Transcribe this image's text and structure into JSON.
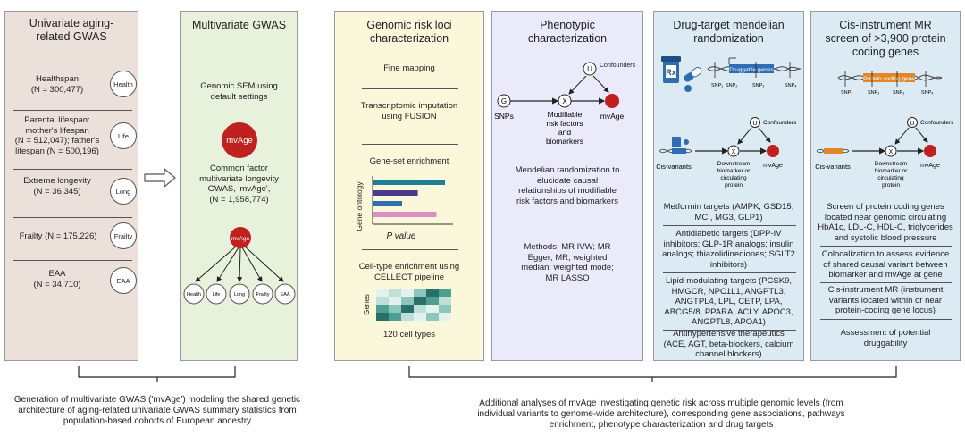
{
  "panel1": {
    "title_l1": "Univariate aging-",
    "title_l2": "related GWAS",
    "items": [
      {
        "lines": [
          "Healthspan",
          "(N = 300,477)"
        ],
        "icon": "Health"
      },
      {
        "lines": [
          "Parental lifespan:",
          "mother's lifespan",
          "(N = 512,047); father's",
          "lifespan (N = 500,196)"
        ],
        "icon": "Life"
      },
      {
        "lines": [
          "Extreme longevity",
          "(N = 36,345)"
        ],
        "icon": "Long"
      },
      {
        "lines": [
          "Frailty (N = 175,226)"
        ],
        "icon": "Frailty"
      },
      {
        "lines": [
          "EAA",
          "(N = 34,710)"
        ],
        "icon": "EAA"
      }
    ]
  },
  "panel2": {
    "title": "Multivariate GWAS",
    "method_l1": "Genomic SEM using",
    "method_l2": "default settings",
    "node": "mvAge",
    "desc": [
      "Common factor",
      "multivariate longevity",
      "GWAS, 'mvAge',",
      "(N = 1,958,774)"
    ],
    "small_node": "mvAge",
    "children": [
      "Health",
      "Life",
      "Long",
      "Frailty",
      "EAA"
    ]
  },
  "panel3": {
    "title_l1": "Genomic risk loci",
    "title_l2": "characterization",
    "fine_mapping": "Fine mapping",
    "twas_l1": "Transcriptomic imputation",
    "twas_l2": "using FUSION",
    "gse": "Gene-set enrichment",
    "gene_ontology": "Gene ontology",
    "pvalue": "P value",
    "bars": [
      {
        "value": 1.0,
        "color": "#1f7f95"
      },
      {
        "value": 0.62,
        "color": "#4b3b8c"
      },
      {
        "value": 0.4,
        "color": "#2e6fb0"
      },
      {
        "value": 0.88,
        "color": "#d98ec4"
      }
    ],
    "celltype_l1": "Cell-type enrichment using",
    "celltype_l2": "CELLECT pipeline",
    "genes": "Genes",
    "cells": "120 cell types"
  },
  "panel4": {
    "title_l1": "Phenotypic",
    "title_l2": "characterization",
    "node_u": "U",
    "confounders": "Confounders",
    "node_g": "G",
    "node_x": "X",
    "snps": "SNPs",
    "modifiable": [
      "Modifiable",
      "risk factors",
      "and",
      "biomarkers"
    ],
    "mvage": "mvAge",
    "mr_desc": [
      "Mendelian randomization to",
      "elucidate causal",
      "relationships of modifiable",
      "risk factors and biomarkers"
    ],
    "methods": [
      "Methods: MR IVW; MR",
      "Egger; MR, weighted",
      "median; weighted mode;",
      "MR LASSO"
    ]
  },
  "panel5": {
    "title_l1": "Drug-target mendelian",
    "title_l2": "randomization",
    "druggable": "Druggable genes",
    "snps": [
      "SNP₁",
      "SNP₂",
      "SNP₃",
      "SNP₄"
    ],
    "confounders": "Confounders",
    "u": "U",
    "x": "X",
    "cis_variants": "Cis-variants",
    "downstream": [
      "Downstream",
      "biomarker or",
      "circulating",
      "protein"
    ],
    "mvage": "mvAge",
    "metformin": [
      "Metformin targets (AMPK, GSD15,",
      "MCI, MG3, GLP1)"
    ],
    "antidiabetic": [
      "Antidiabetic targets (DPP-IV",
      "inhibitors; GLP-1R analogs; insulin",
      "analogs; thiazolidinediones; SGLT2",
      "inhibitors)"
    ],
    "lipid": [
      "Lipid-modulating targets (PCSK9,",
      "HMGCR, NPC1L1, ANGPTL3,",
      "ANGTPL4, LPL, CETP,  LPA,",
      "ABCG5/8, PPARA, ACLY, APOC3,",
      "ANGPTL8, APOA1)"
    ],
    "antihyper": [
      "Antihypertensive therapeutics",
      "(ACE, AGT, beta-blockers, calcium",
      "channel blockers)"
    ]
  },
  "panel6": {
    "title_l1": "Cis-instrument MR",
    "title_l2": "screen of >3,900 protein",
    "title_l3": "coding genes",
    "protein_gene": "Protein coding gene",
    "snps": [
      "SNP₁",
      "SNP₂",
      "SNP₃",
      "SNP₄"
    ],
    "confounders": "Confounders",
    "u": "U",
    "x": "X",
    "cis_variants": "Cis-variants",
    "downstream": [
      "Downstream",
      "biomarker or",
      "circulating",
      "protein"
    ],
    "mvage": "mvAge",
    "screen": [
      "Screen of protein coding genes",
      "located near genomic circulating",
      "HbA1c, LDL-C, HDL-C, triglycerides",
      "and systolic blood pressure"
    ],
    "coloc": [
      "Colocalization to assess evidence",
      "of shared causal variant between",
      "biomarker and mvAge at gene"
    ],
    "cis_mr": [
      "Cis-instrument MR (instrument",
      "variants located within or near",
      "protein-coding gene locus)"
    ],
    "druggability": [
      "Assessment of potential",
      "druggability"
    ]
  },
  "caption_left": [
    "Generation of multivariate GWAS ('mvAge') modeling the shared genetic",
    "architecture of aging-related univariate GWAS summary statistics from",
    "population-based cohorts of European ancestry"
  ],
  "caption_right": [
    "Additional analyses of mvAge investigating genetic risk across multiple genomic levels (from",
    "individual variants to genome-wide architecture), corresponding gene associations, pathways",
    "enrichment, phenotype characterization and drug targets"
  ],
  "colors": {
    "panel1_bg": "#ece0da",
    "panel2_bg": "#e7f1db",
    "panel3_bg": "#fbf7da",
    "panel4_bg": "#eaeafa",
    "panel5_bg": "#dceaf4",
    "panel6_bg": "#dceaf4",
    "node_red": "#c0201e",
    "orange_gene": "#e2862a"
  }
}
